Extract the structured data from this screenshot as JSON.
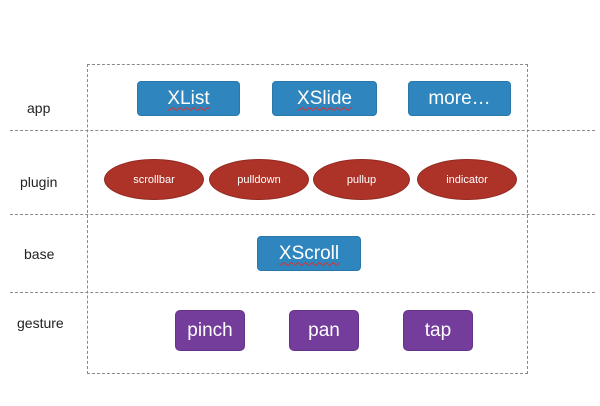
{
  "layers": {
    "app": "app",
    "plugin": "plugin",
    "base": "base",
    "gesture": "gesture"
  },
  "app_modules": [
    "XList",
    "XSlide",
    "more…"
  ],
  "plugins": [
    "scrollbar",
    "pulldown",
    "pullup",
    "indicator"
  ],
  "base_modules": [
    "XScroll"
  ],
  "gestures": [
    "pinch",
    "pan",
    "tap"
  ],
  "colors": {
    "app_box": "#2f86bf",
    "plugin_oval": "#ad3329",
    "gesture_box": "#743d9b",
    "frame_line": "#8a8a8a"
  }
}
